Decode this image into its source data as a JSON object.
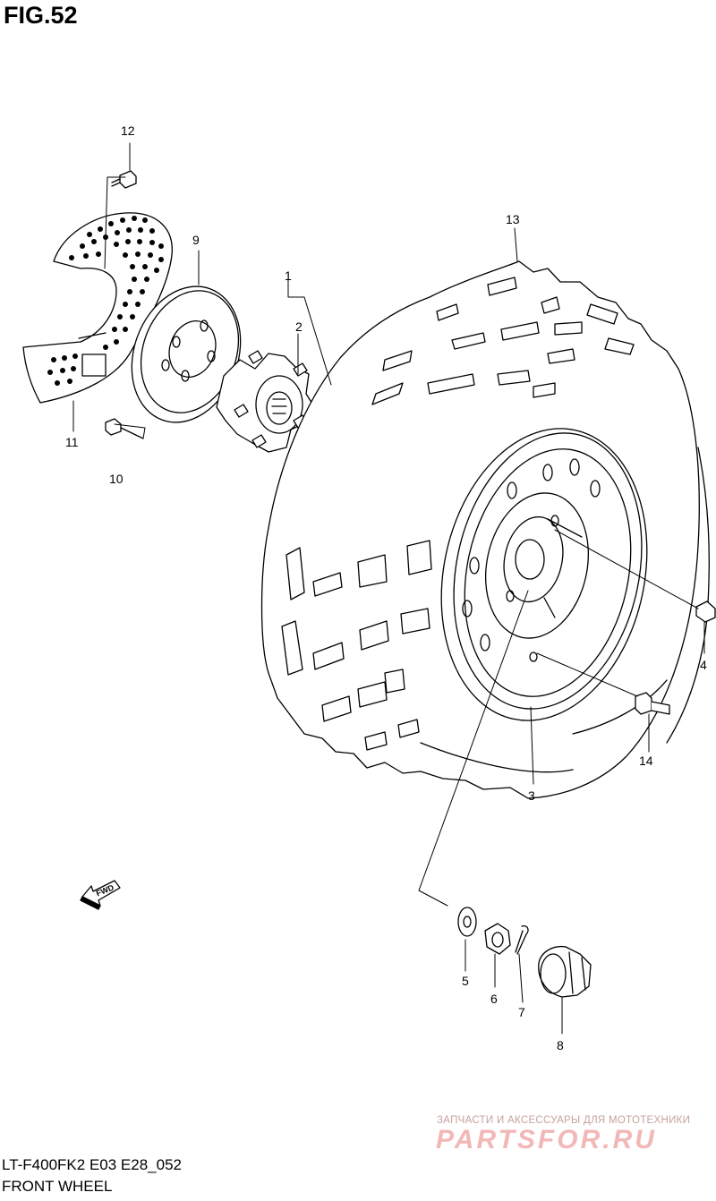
{
  "figure": {
    "title": "FIG.52",
    "model_code": "LT-F400FK2 E03 E28_052",
    "caption": "FRONT WHEEL"
  },
  "watermark": {
    "tagline": "ЗАПЧАСТИ И АКСЕССУАРЫ ДЛЯ МОТОТЕХНИКИ",
    "logo": "PARTSFOR.RU"
  },
  "direction_arrow": {
    "label": "FWD"
  },
  "callouts": {
    "c1": "1",
    "c2": "2",
    "c3": "3",
    "c4": "4",
    "c5": "5",
    "c6": "6",
    "c7": "7",
    "c8": "8",
    "c9": "9",
    "c10": "10",
    "c11": "11",
    "c12": "12",
    "c13": "13",
    "c14": "14"
  }
}
